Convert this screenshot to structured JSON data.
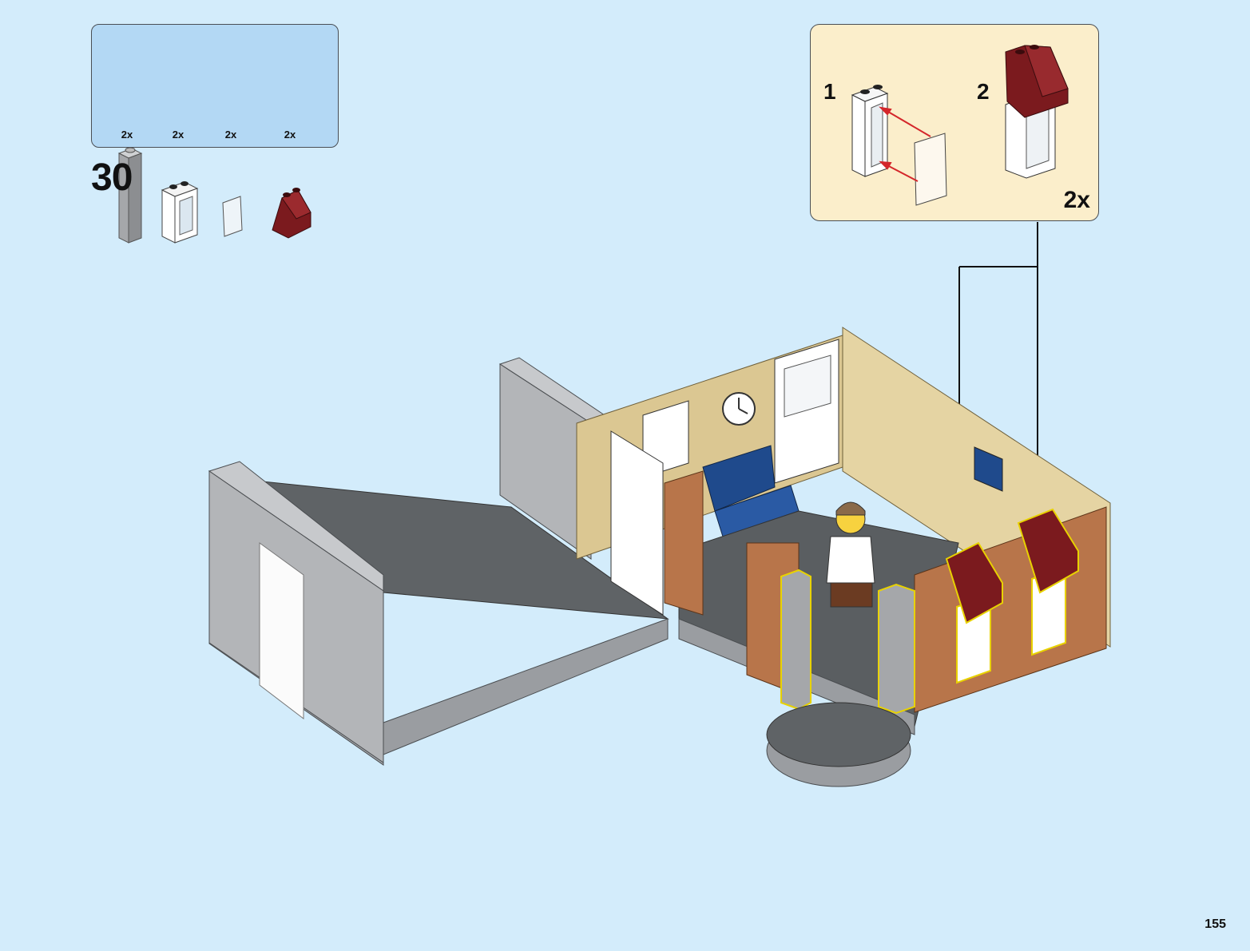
{
  "parts_list": {
    "items": [
      {
        "name": "grey-pillar-brick-icon",
        "qty": "2x",
        "color": "#a5a7aa"
      },
      {
        "name": "white-window-frame-icon",
        "qty": "2x",
        "color": "#ffffff"
      },
      {
        "name": "clear-window-pane-icon",
        "qty": "2x",
        "color": "#eef4f8"
      },
      {
        "name": "dark-red-slope-icon",
        "qty": "2x",
        "color": "#7b1a1e"
      }
    ]
  },
  "step": {
    "number": "30"
  },
  "sub_assembly": {
    "steps": [
      {
        "label": "1"
      },
      {
        "label": "2"
      }
    ],
    "multiplier": "2x",
    "arrow_color": "#d4262a"
  },
  "colors": {
    "background": "#d3ecfb",
    "parts_box": "#b3d8f4",
    "sub_box": "#fbeecb",
    "tan": "#dbc792",
    "brown": "#b8754a",
    "grey": "#a5a7aa",
    "dark_grey": "#5f6366",
    "blue": "#1f4a8c",
    "dark_red": "#7b1a1e"
  },
  "page": {
    "number": "155"
  }
}
